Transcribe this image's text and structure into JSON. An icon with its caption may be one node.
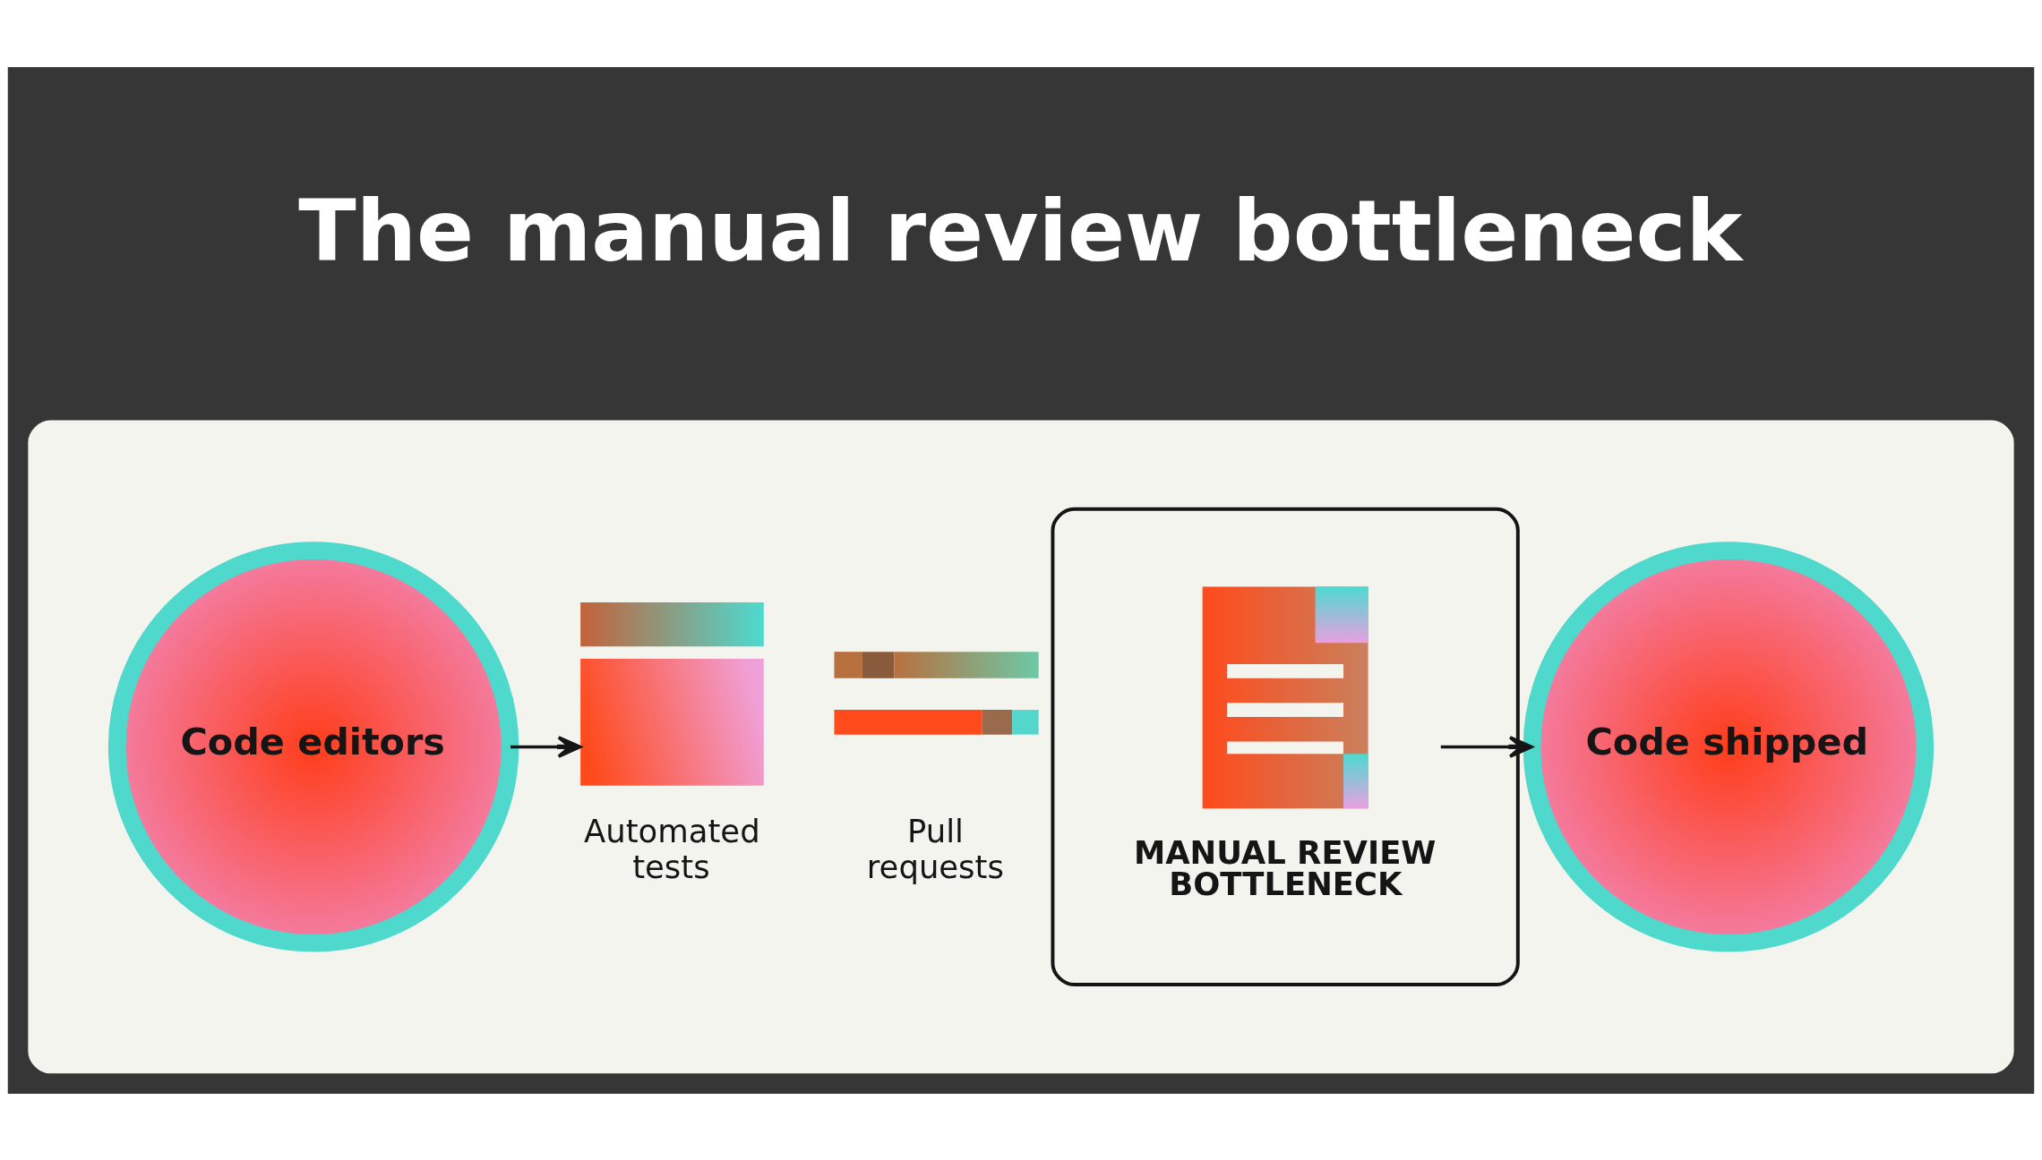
{
  "diagram": {
    "title": "The manual review bottleneck",
    "nodes": [
      {
        "text": [],
        "shape": "box"
      },
      {
        "text": [
          "Code editors"
        ],
        "in": 0
      },
      {
        "text": [
          "Automated tests"
        ],
        "in": 0
      },
      {
        "text": [
          "Pull requests"
        ],
        "in": 0
      },
      {
        "text": [],
        "shape": "box",
        "in": 0
      },
      {
        "text": [
          "MANUAL REVIEW BOTTLENECK"
        ],
        "in": 4
      },
      {
        "text": [
          "Code shipped"
        ],
        "in": 0
      }
    ],
    "edges": [
      {
        "from": 1,
        "to": 2,
        "arrow": "to"
      },
      {
        "from": 5,
        "to": 6,
        "arrow": "to"
      }
    ]
  }
}
